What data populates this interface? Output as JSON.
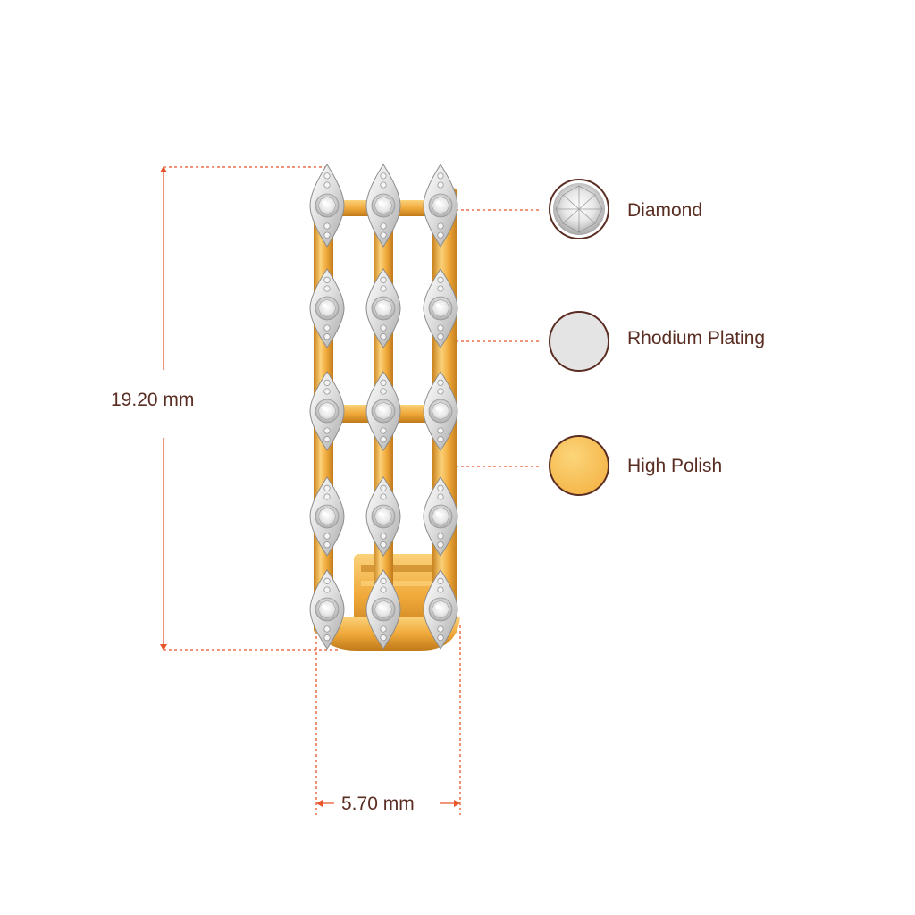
{
  "dimensions": {
    "height": "19.20 mm",
    "width": "5.70 mm"
  },
  "legend": [
    {
      "label": "Diamond",
      "swatch": "diamond-swatch-icon",
      "color": "#d9d9d9"
    },
    {
      "label": "Rhodium Plating",
      "swatch": "rhodium-swatch-icon",
      "color": "#e4e4e4"
    },
    {
      "label": "High Polish",
      "swatch": "gold-swatch-icon",
      "color": "#f8c25c"
    }
  ],
  "colors": {
    "accent": "#e8552b",
    "text": "#5a2d22",
    "swatch_border": "#5a2d22",
    "gold": "#f0a93a",
    "gold_light": "#fbd27a",
    "gold_dark": "#c9821e",
    "silver": "#e8e8e8"
  },
  "product_image": "earring-image"
}
